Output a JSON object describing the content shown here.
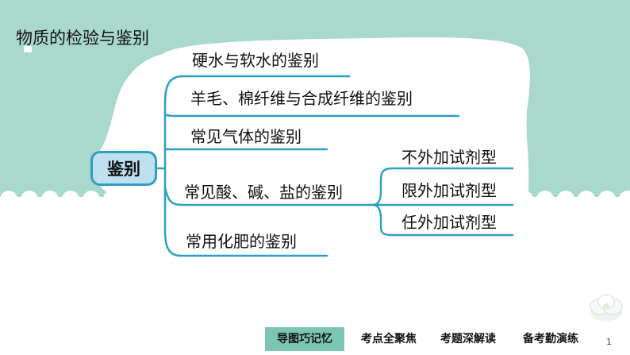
{
  "page": {
    "title": "物质的检验与鉴别",
    "page_number": "1"
  },
  "diagram": {
    "root": "鉴别",
    "branches": [
      {
        "label": "硬水与软水的鉴别"
      },
      {
        "label": "羊毛、棉纤维与合成纤维的鉴别"
      },
      {
        "label": "常见气体的鉴别"
      },
      {
        "label": "常见酸、碱、盐的鉴别",
        "children": [
          "不外加试剂型",
          "限外加试剂型",
          "任外加试剂型"
        ]
      },
      {
        "label": "常用化肥的鉴别"
      }
    ]
  },
  "nav": {
    "items": [
      "导图巧记忆",
      "考点全聚焦",
      "考题深解读",
      "备考勤演练"
    ],
    "active_index": 0
  },
  "colors": {
    "background_top": "#a9d8cc",
    "connector": "#2e9fbf",
    "root_fill": "#bfe0f0",
    "nav_active": "#7cc7b3"
  },
  "icons": {
    "decoration": "flower-icon"
  }
}
